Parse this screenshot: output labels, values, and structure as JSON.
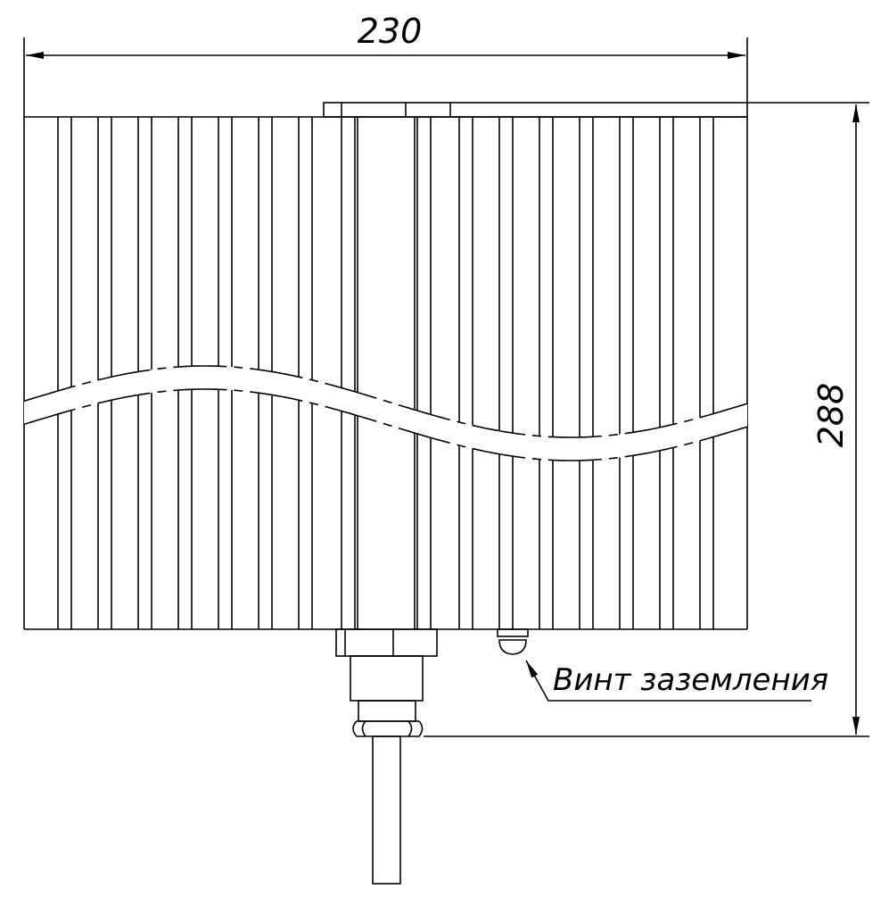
{
  "dimensions": {
    "width_label": "230",
    "height_label": "288"
  },
  "callout": {
    "label": "Винт заземления"
  },
  "colors": {
    "line": "#000000",
    "background": "#ffffff"
  }
}
